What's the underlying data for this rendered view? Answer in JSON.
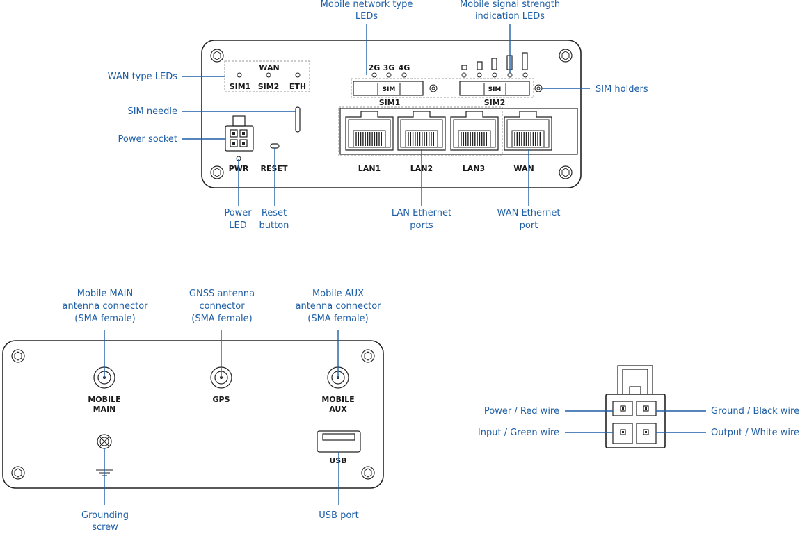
{
  "front_panel": {
    "callouts": {
      "mobile_network_type_leds": [
        "Mobile network type",
        "LEDs"
      ],
      "mobile_signal_strength_leds": [
        "Mobile signal strength",
        "indication LEDs"
      ],
      "wan_type_leds": "WAN type LEDs",
      "sim_needle": "SIM needle",
      "power_socket": "Power socket",
      "sim_holders": "SIM holders",
      "power_led": [
        "Power",
        "LED"
      ],
      "reset_button": [
        "Reset",
        "button"
      ],
      "lan_ethernet_ports": [
        "LAN Ethernet",
        "ports"
      ],
      "wan_ethernet_port": [
        "WAN Ethernet",
        "port"
      ]
    },
    "labels": {
      "wan_group": "WAN",
      "sim1_led": "SIM1",
      "sim2_led": "SIM2",
      "eth_led": "ETH",
      "net_2g": "2G",
      "net_3g": "3G",
      "net_4g": "4G",
      "sim_slot_text": "SIM",
      "sim1_holder": "SIM1",
      "sim2_holder": "SIM2",
      "pwr": "PWR",
      "reset": "RESET",
      "lan1": "LAN1",
      "lan2": "LAN2",
      "lan3": "LAN3",
      "wan_port": "WAN"
    }
  },
  "back_panel": {
    "callouts": {
      "mobile_main_connector": [
        "Mobile MAIN",
        "antenna connector",
        "(SMA female)"
      ],
      "gnss_connector": [
        "GNSS antenna",
        "connector",
        "(SMA female)"
      ],
      "mobile_aux_connector": [
        "Mobile AUX",
        "antenna connector",
        "(SMA female)"
      ],
      "grounding_screw": [
        "Grounding",
        "screw"
      ],
      "usb_port": "USB port"
    },
    "labels": {
      "mobile_main": [
        "MOBILE",
        "MAIN"
      ],
      "gps": "GPS",
      "mobile_aux": [
        "MOBILE",
        "AUX"
      ],
      "usb": "USB"
    }
  },
  "power_connector": {
    "callouts": {
      "power_red": "Power / Red wire",
      "input_green": "Input / Green wire",
      "ground_black": "Ground / Black wire",
      "output_white": "Output / White wire"
    }
  }
}
